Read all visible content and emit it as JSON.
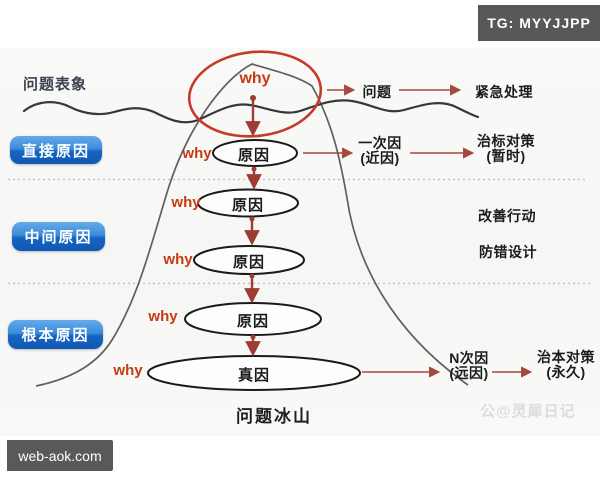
{
  "badges": {
    "tg": "TG: MYYJJPP",
    "site": "web-aok.com"
  },
  "title": "问题冰山",
  "watermark": "公@灵犀日记",
  "left": {
    "surface_label": "问题表象",
    "boxes": [
      "直接原因",
      "中间原因",
      "根本原因"
    ]
  },
  "iceberg": {
    "whys": [
      "why",
      "why",
      "why",
      "why",
      "why",
      "why"
    ],
    "nodes": [
      "原因",
      "原因",
      "原因",
      "原因",
      "真因"
    ]
  },
  "right": {
    "row1_from": "问题",
    "row1_to": "紧急处理",
    "row2_from1": "一次因",
    "row2_from2": "(近因)",
    "row2_to1": "治标对策",
    "row2_to2": "(暂时)",
    "mid1": "改善行动",
    "mid2": "防错设计",
    "row4_from1": "N次因",
    "row4_from2": "(远因)",
    "row4_to1": "治本对策",
    "row4_to2": "(永久)"
  },
  "colors": {
    "accent_red": "#c63b14",
    "arrow_red": "#a4493f",
    "connector_red": "#9e3b32",
    "box_blue": "#1565c2",
    "ellipse_stroke": "#1a1a1a"
  }
}
